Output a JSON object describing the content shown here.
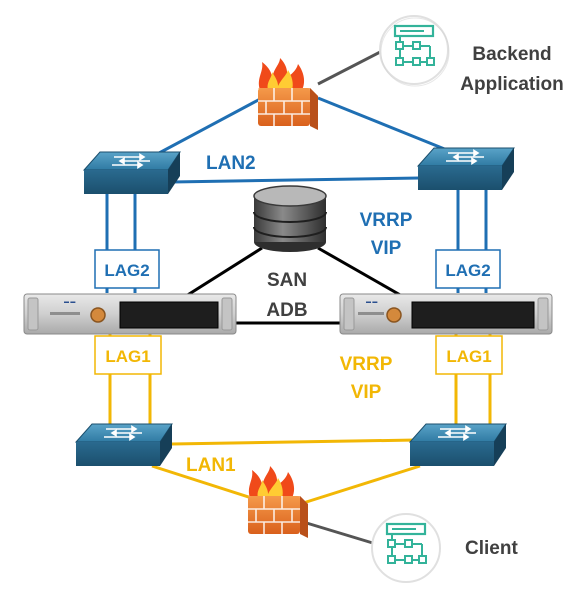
{
  "labels": {
    "backend_line1": "Backend",
    "backend_line2": "Application",
    "client": "Client",
    "lan2": "LAN2",
    "lan1": "LAN1",
    "vrrp_top_line1": "VRRP",
    "vrrp_top_line2": "VIP",
    "vrrp_bottom_line1": "VRRP",
    "vrrp_bottom_line2": "VIP",
    "san": "SAN",
    "adb": "ADB",
    "lag2_left": "LAG2",
    "lag2_right": "LAG2",
    "lag1_left": "LAG1",
    "lag1_right": "LAG1"
  },
  "colors": {
    "lan_blue": "#1f6fb3",
    "lan_yellow": "#f2b705",
    "sync_black": "#000000",
    "app_icon_teal": "#33b39a",
    "switch_blue": "#2b6d93",
    "firewall_orange": "#e8702a"
  },
  "icons": {
    "backend_app": "application-icon",
    "client_app": "application-icon",
    "firewall": "firewall-icon",
    "switch": "network-switch-icon",
    "appliance": "server-appliance-icon",
    "storage": "database-icon"
  }
}
